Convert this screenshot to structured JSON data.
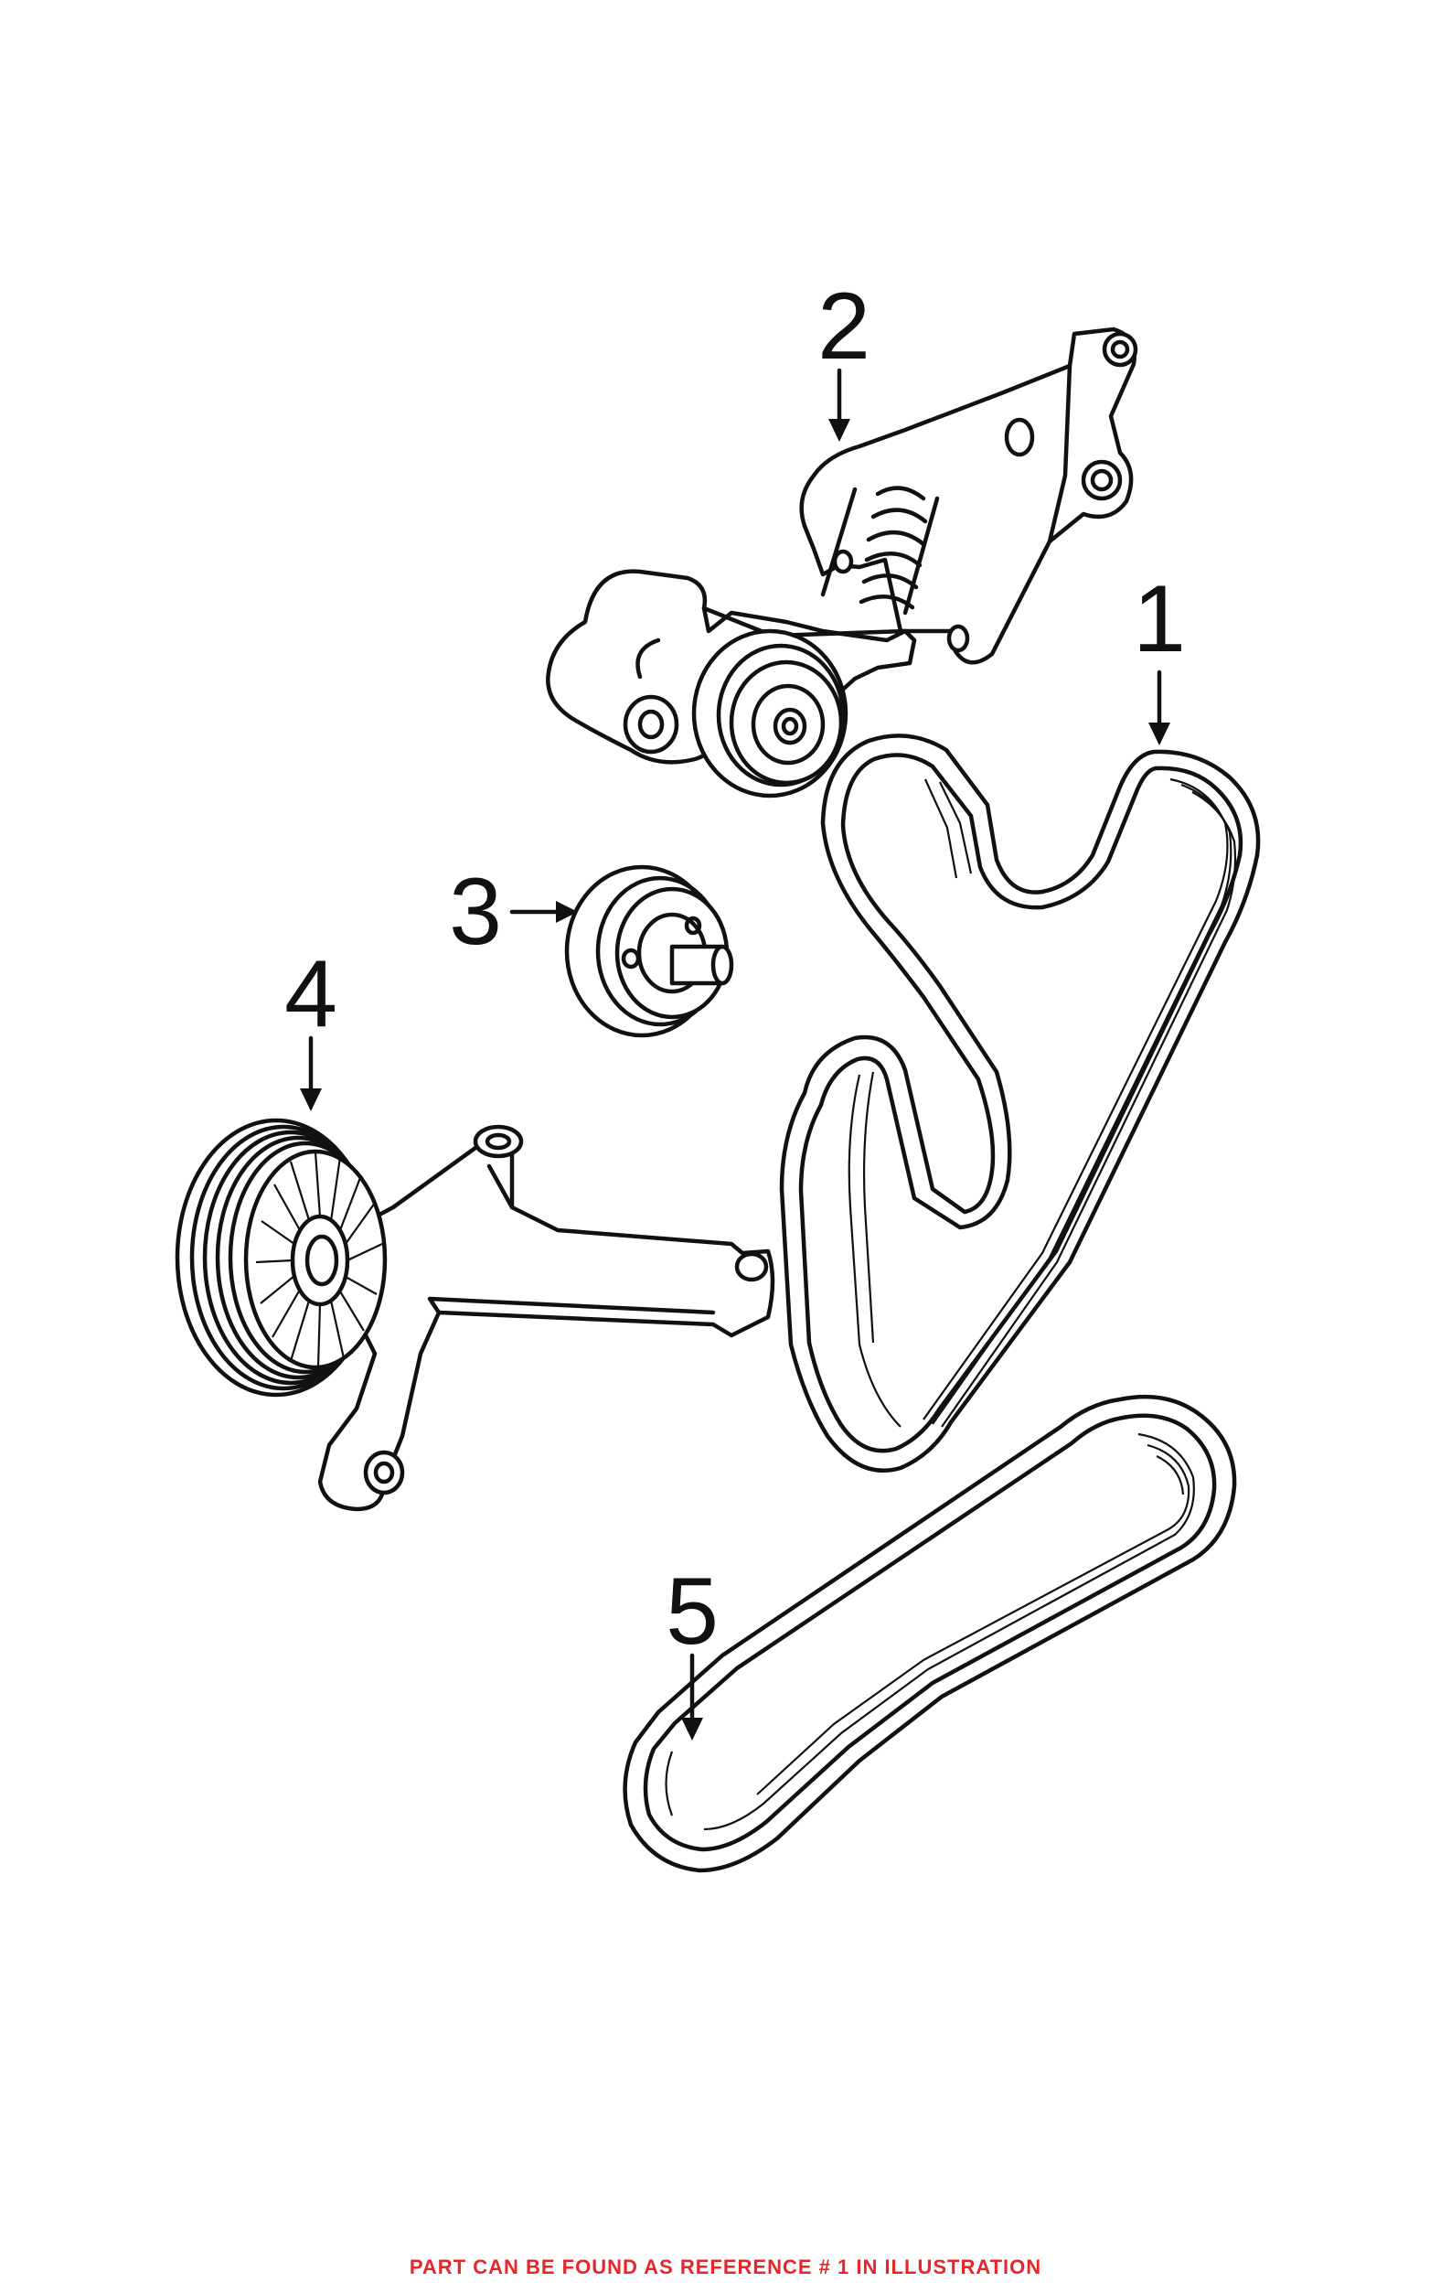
{
  "callouts": [
    {
      "id": "1",
      "label": "1"
    },
    {
      "id": "2",
      "label": "2"
    },
    {
      "id": "3",
      "label": "3"
    },
    {
      "id": "4",
      "label": "4"
    },
    {
      "id": "5",
      "label": "5"
    }
  ],
  "footer": {
    "note": "PART CAN BE FOUND AS REFERENCE # 1 IN ILLUSTRATION"
  },
  "colors": {
    "line": "#111111",
    "note": "#e8262a",
    "background": "#ffffff"
  }
}
